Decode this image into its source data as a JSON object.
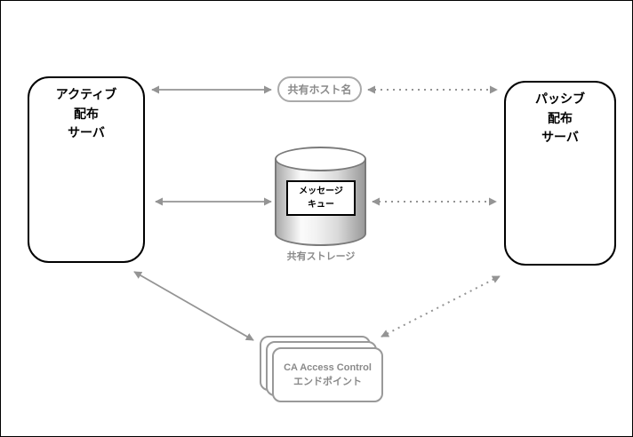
{
  "diagram": {
    "nodes": {
      "active_server": {
        "label": "アクティブ\n配布\nサーバ"
      },
      "passive_server": {
        "label": "パッシブ\n配布\nサーバ"
      },
      "shared_hostname": {
        "label": "共有ホスト名"
      },
      "message_queue": {
        "label": "メッセージ\nキュー"
      },
      "shared_storage_caption": {
        "label": "共有ストレージ"
      },
      "endpoints": {
        "label": "CA Access Control\nエンドポイント"
      }
    },
    "connectors": [
      {
        "name": "active-to-hostname",
        "style": "solid",
        "both_ends": true
      },
      {
        "name": "hostname-to-passive",
        "style": "dotted",
        "both_ends": true
      },
      {
        "name": "active-to-storage",
        "style": "solid",
        "both_ends": true
      },
      {
        "name": "storage-to-passive",
        "style": "dotted",
        "both_ends": true
      },
      {
        "name": "active-to-endpoints",
        "style": "solid",
        "both_ends": true
      },
      {
        "name": "endpoints-to-passive",
        "style": "dotted",
        "both_ends": true
      }
    ],
    "colors": {
      "connector_gray": "#949494",
      "muted_text_gray": "#8a8a8a",
      "node_border_black": "#000000",
      "pill_border_gray": "#aaaaaa",
      "cylinder_outline_gray": "#7a7a7a",
      "frame_black": "#000000",
      "background": "#ffffff"
    }
  }
}
